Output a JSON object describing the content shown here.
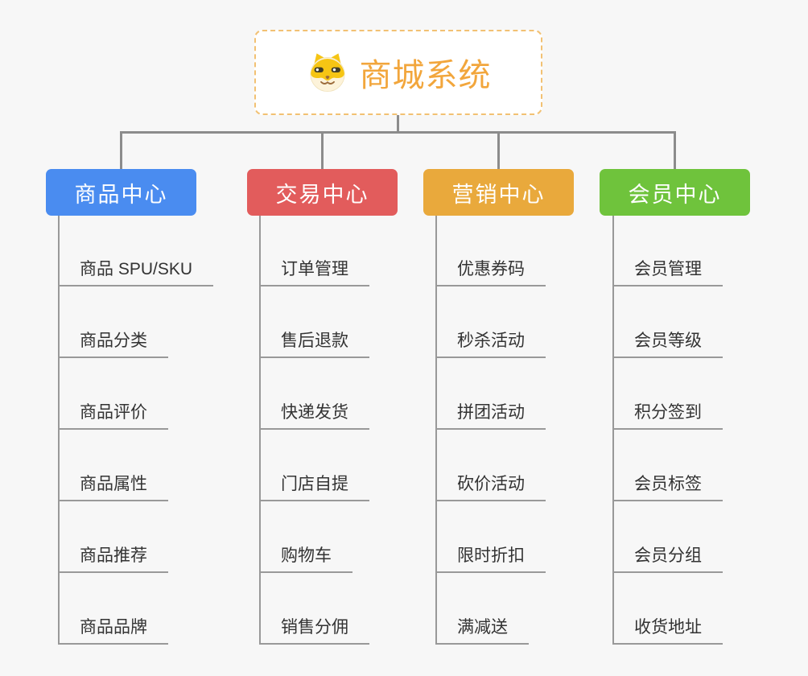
{
  "canvas": {
    "background": "#f7f7f7"
  },
  "connectors": {
    "color": "#8c8c8c"
  },
  "leaf_style": {
    "text_color": "#333333",
    "line_color": "#999999"
  },
  "root": {
    "title": "商城系统",
    "icon": "doge-face-icon",
    "background": "#ffffff",
    "border_color": "#f2c173",
    "text_color": "#f2a63c"
  },
  "branches": [
    {
      "label": "商品中心",
      "color": "#4a8cf0",
      "children": [
        "商品 SPU/SKU",
        "商品分类",
        "商品评价",
        "商品属性",
        "商品推荐",
        "商品品牌"
      ]
    },
    {
      "label": "交易中心",
      "color": "#e25c5c",
      "children": [
        "订单管理",
        "售后退款",
        "快递发货",
        "门店自提",
        "购物车",
        "销售分佣"
      ]
    },
    {
      "label": "营销中心",
      "color": "#e9a93c",
      "children": [
        "优惠券码",
        "秒杀活动",
        "拼团活动",
        "砍价活动",
        "限时折扣",
        "满减送"
      ]
    },
    {
      "label": "会员中心",
      "color": "#6fc33c",
      "children": [
        "会员管理",
        "会员等级",
        "积分签到",
        "会员标签",
        "会员分组",
        "收货地址"
      ]
    }
  ]
}
